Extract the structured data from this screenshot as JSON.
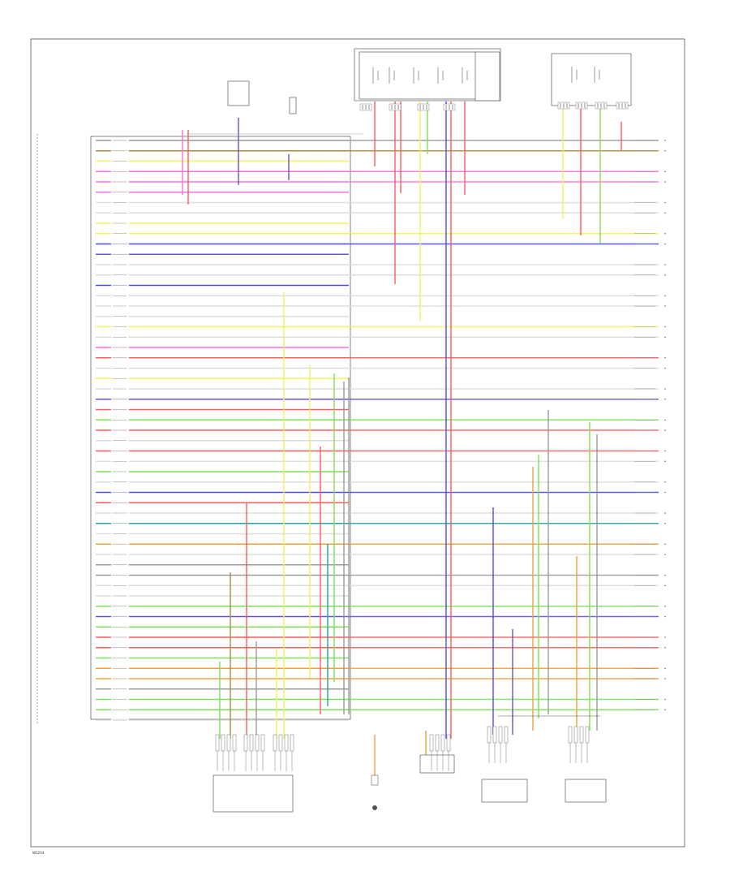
{
  "diagram": {
    "footer_code": "W1234"
  },
  "wire_colors": {
    "red": "#ff5a5a",
    "pink": "#ff6fdc",
    "blue": "#4a4af0",
    "yellow": "#f2f25a",
    "green": "#7ee05a",
    "orange": "#f0a040",
    "brown": "#b08a40",
    "gray": "#9a9a9a",
    "purple": "#6a50d0",
    "teal": "#2aa0a0",
    "black": "#222222",
    "light": "#dcdcdc"
  },
  "wires": [
    {
      "color": "gray"
    },
    {
      "color": "brown"
    },
    {
      "color": "yellow"
    },
    {
      "color": "pink"
    },
    {
      "color": "pink"
    },
    {
      "color": "pink"
    },
    {
      "color": "light"
    },
    {
      "color": "light"
    },
    {
      "color": "yellow"
    },
    {
      "color": "yellow"
    },
    {
      "color": "blue"
    },
    {
      "color": "purple"
    },
    {
      "color": "light"
    },
    {
      "color": "light"
    },
    {
      "color": "blue"
    },
    {
      "color": "light"
    },
    {
      "color": "light"
    },
    {
      "color": "light"
    },
    {
      "color": "yellow"
    },
    {
      "color": "light"
    },
    {
      "color": "pink"
    },
    {
      "color": "red"
    },
    {
      "color": "light"
    },
    {
      "color": "yellow"
    },
    {
      "color": "light"
    },
    {
      "color": "purple"
    },
    {
      "color": "red"
    },
    {
      "color": "green"
    },
    {
      "color": "red"
    },
    {
      "color": "light"
    },
    {
      "color": "red"
    },
    {
      "color": "light"
    },
    {
      "color": "green"
    },
    {
      "color": "light"
    },
    {
      "color": "blue"
    },
    {
      "color": "red"
    },
    {
      "color": "light"
    },
    {
      "color": "teal"
    },
    {
      "color": "light"
    },
    {
      "color": "orange"
    },
    {
      "color": "light"
    },
    {
      "color": "gray"
    },
    {
      "color": "gray"
    },
    {
      "color": "light"
    },
    {
      "color": "light"
    },
    {
      "color": "green"
    },
    {
      "color": "purple"
    },
    {
      "color": "green"
    },
    {
      "color": "red"
    },
    {
      "color": "red"
    },
    {
      "color": "green"
    },
    {
      "color": "orange"
    },
    {
      "color": "orange"
    },
    {
      "color": "gray"
    },
    {
      "color": "green"
    },
    {
      "color": "green"
    },
    {
      "color": "light"
    }
  ]
}
